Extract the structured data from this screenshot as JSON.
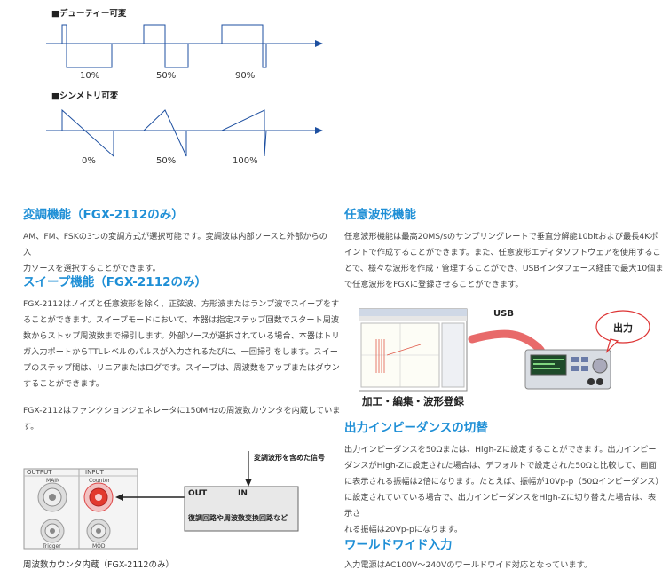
{
  "waves": {
    "duty": {
      "title": "■デューティー可変",
      "labels": [
        "10%",
        "50%",
        "90%"
      ]
    },
    "symmetry": {
      "title": "■シンメトリ可変",
      "labels": [
        "0%",
        "50%",
        "100%"
      ]
    }
  },
  "sections": {
    "modulation": {
      "title": "変調機能（FGX-2112のみ）",
      "lines": [
        "AM、FM、FSKの3つの変調方式が選択可能です。変調波は内部ソースと外部からの入",
        "力ソースを選択することができます。"
      ]
    },
    "sweep": {
      "title": "スイープ機能（FGX-2112のみ）",
      "lines": [
        "FGX-2112はノイズと任意波形を除く、正弦波、方形波またはランプ波でスイープをす",
        "ることができます。スイープモードにおいて、本器は指定ステップ回数でスタート周波",
        "数からストップ周波数まで掃引します。外部ソースが選択されている場合、本器はトリ",
        "ガ入力ポートからTTLレベルのパルスが入力されるたびに、一回掃引をします。スイー",
        "プのステップ間は、リニアまたはログです。スイープは、周波数をアップまたはダウン",
        "することができます。"
      ],
      "counter_lines": [
        "FGX-2112はファンクションジェネレータに150MHzの周波数カウンタを内蔵していま",
        "す。"
      ]
    },
    "arbitrary": {
      "title": "任意波形機能",
      "lines": [
        "任意波形機能は最高20MS/sのサンプリングレートで垂直分解能10bitおよび最長4Kポ",
        "イントで作成することができます。また、任意波形エディタソフトウェアを使用するこ",
        "とで、様々な波形を作成・管理することができ、USBインタフェース経由で最大10個ま",
        "で任意波形をFGXに登録させることができます。"
      ],
      "usb_label": "USB",
      "output_label": "出力",
      "caption": "加工・編集・波形登録"
    },
    "impedance": {
      "title": "出力インピーダンスの切替",
      "lines": [
        "出力インピーダンスを50Ωまたは、High-Zに設定することができます。出力インピー",
        "ダンスがHigh-Zに設定された場合は、デフォルトで設定された50Ωと比較して、画面",
        "に表示される振幅は2倍になります。たとえば、振幅が10Vp-p（50Ωインピーダンス）",
        "に設定されていている場合で、出力インピーダンスをHigh-Zに切り替えた場合は、表示さ",
        "れる振幅は20Vp-pになります。"
      ]
    },
    "worldwide": {
      "title": "ワールドワイド入力",
      "lines": [
        "入力電源はAC100V～240Vのワールドワイド対応となっています。"
      ]
    }
  },
  "counter_diagram": {
    "output_label": "OUTPUT",
    "input_label": "INPUT",
    "main_label": "MAIN",
    "counter_label": "Counter",
    "trigger_label": "Trigger",
    "mod_label": "MOD",
    "signal_label": "変調波形を含めた信号",
    "out_label": "OUT",
    "in_label": "IN",
    "box_text": "復調回路や周波数変換回路など",
    "caption": "周波数カウンタ内蔵（FGX-2112のみ）"
  },
  "colors": {
    "accent": "#1f8fd6",
    "wave": "#1d4fa0",
    "arrow": "#e23a2e"
  }
}
